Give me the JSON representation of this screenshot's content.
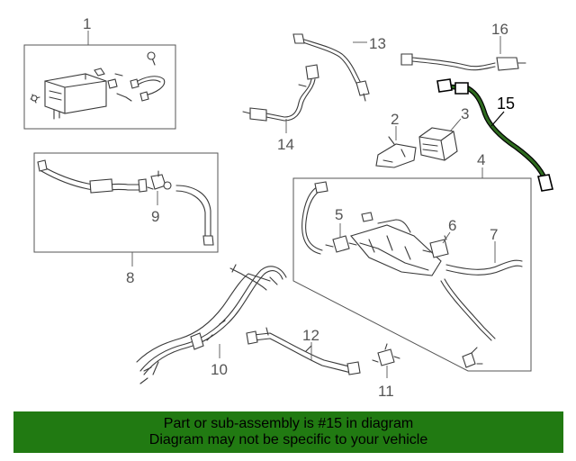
{
  "callouts": {
    "c1": "1",
    "c2": "2",
    "c3": "3",
    "c4": "4",
    "c5": "5",
    "c6": "6",
    "c7": "7",
    "c8": "8",
    "c9": "9",
    "c10": "10",
    "c11": "11",
    "c12": "12",
    "c13": "13",
    "c14": "14",
    "c15": "15",
    "c16": "16"
  },
  "highlight": {
    "part": "15",
    "color": "#2e6b1f"
  },
  "banner": {
    "line1": "Part or sub-assembly is #15 in diagram",
    "line2": "Diagram may not be specific to your vehicle",
    "background": "#217a12"
  }
}
